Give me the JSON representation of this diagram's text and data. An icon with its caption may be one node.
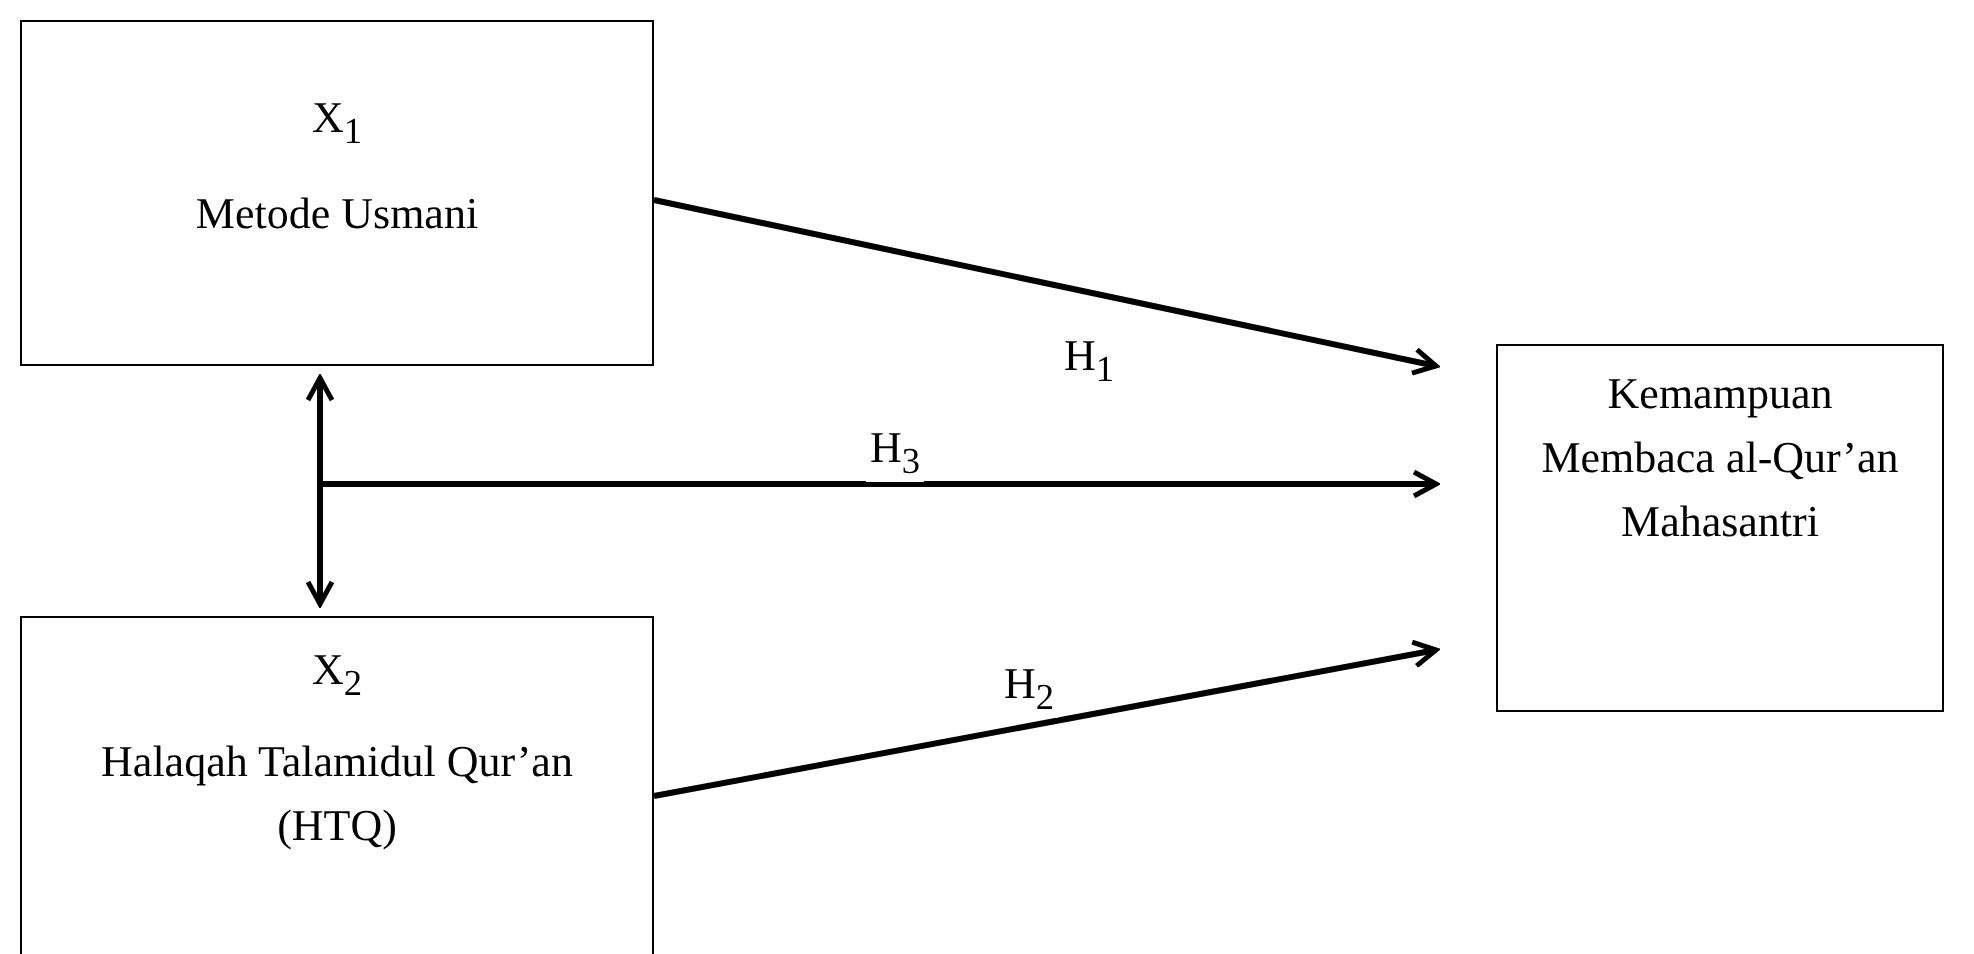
{
  "diagram": {
    "nodes": [
      {
        "text": [
          "X$_{1}$",
          "Metode Usmani"
        ]
      },
      {
        "text": [
          "X$_{2}$",
          "Halaqah Talamidul Qur’an (HTQ)"
        ]
      },
      {
        "text": [
          "Kemampuan Membaca al-Qur’an Mahasantri"
        ]
      }
    ],
    "edges": [
      {
        "from": 0,
        "to": 2,
        "arrow": "to",
        "label": "H$_{1}$"
      },
      {
        "from": 0,
        "to": 1,
        "arrow": "both"
      },
      {
        "from": null,
        "to": 2,
        "arrow": "to",
        "label": "H$_{3}$"
      },
      {
        "from": 1,
        "to": 2,
        "arrow": "to",
        "label": "H$_{2}$"
      }
    ]
  }
}
